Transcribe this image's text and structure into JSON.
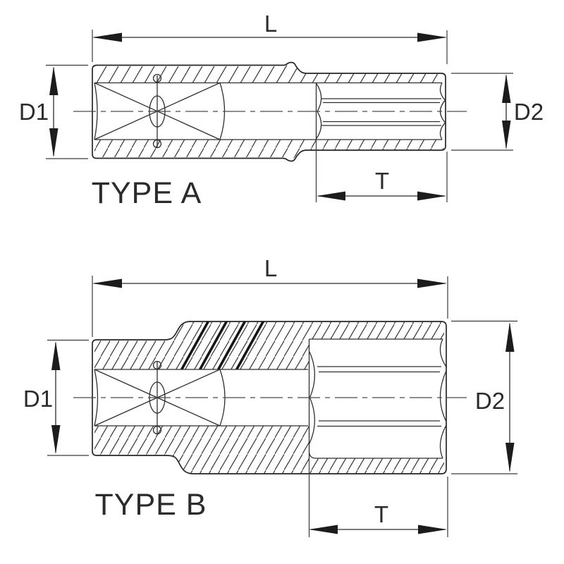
{
  "diagram": {
    "type": "technical-drawing",
    "description": "Cross-section dimension drawing of two deep socket styles",
    "background": "#ffffff",
    "line_color": "#2b2b2b",
    "bold_line_color": "#151515",
    "figures": [
      {
        "caption": "TYPE A",
        "dim_length": "L",
        "dim_drive_diameter": "D1",
        "dim_outer_diameter": "D2",
        "dim_depth": "T"
      },
      {
        "caption": "TYPE B",
        "dim_length": "L",
        "dim_drive_diameter": "D1",
        "dim_outer_diameter": "D2",
        "dim_depth": "T"
      }
    ]
  }
}
